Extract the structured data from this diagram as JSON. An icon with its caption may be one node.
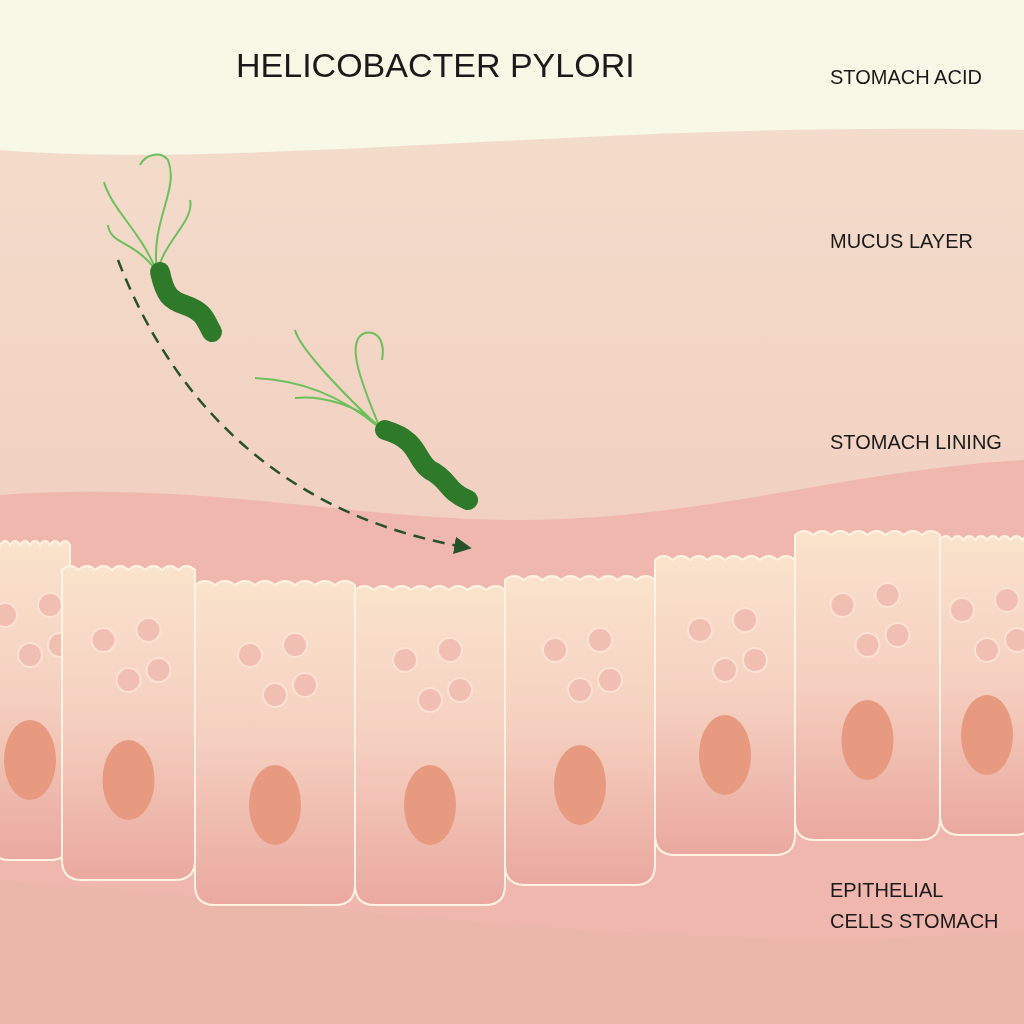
{
  "diagram": {
    "title": "HELICOBACTER PYLORI",
    "labels": [
      "STOMACH ACID",
      "MUCUS LAYER",
      "STOMACH LINING",
      "EPITHELIAL CELLS STOMACH"
    ]
  }
}
